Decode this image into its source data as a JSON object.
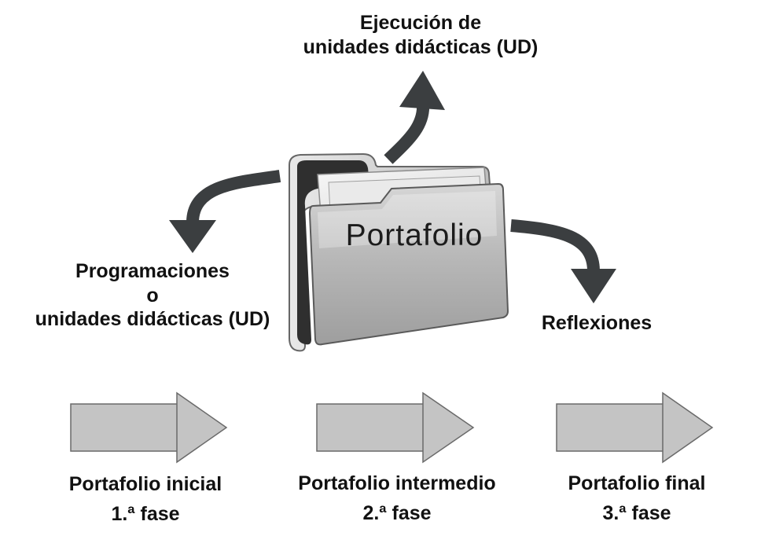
{
  "folder": {
    "title": "Portafolio"
  },
  "outputs": {
    "top": {
      "line1": "Ejecución de",
      "line2": "unidades didácticas (UD)"
    },
    "left": {
      "line1": "Programaciones",
      "line2": "o",
      "line3": "unidades didácticas (UD)"
    },
    "right": {
      "line1": "Reflexiones"
    }
  },
  "phases": [
    {
      "title": "Portafolio inicial",
      "step": "1.ª fase"
    },
    {
      "title": "Portafolio intermedio",
      "step": "2.ª fase"
    },
    {
      "title": "Portafolio final",
      "step": "3.ª fase"
    }
  ],
  "colors": {
    "arrow_dark": "#3b3e40",
    "phase_arrow_fill": "#c4c4c4",
    "folder_gray": "#b0b0b0"
  }
}
